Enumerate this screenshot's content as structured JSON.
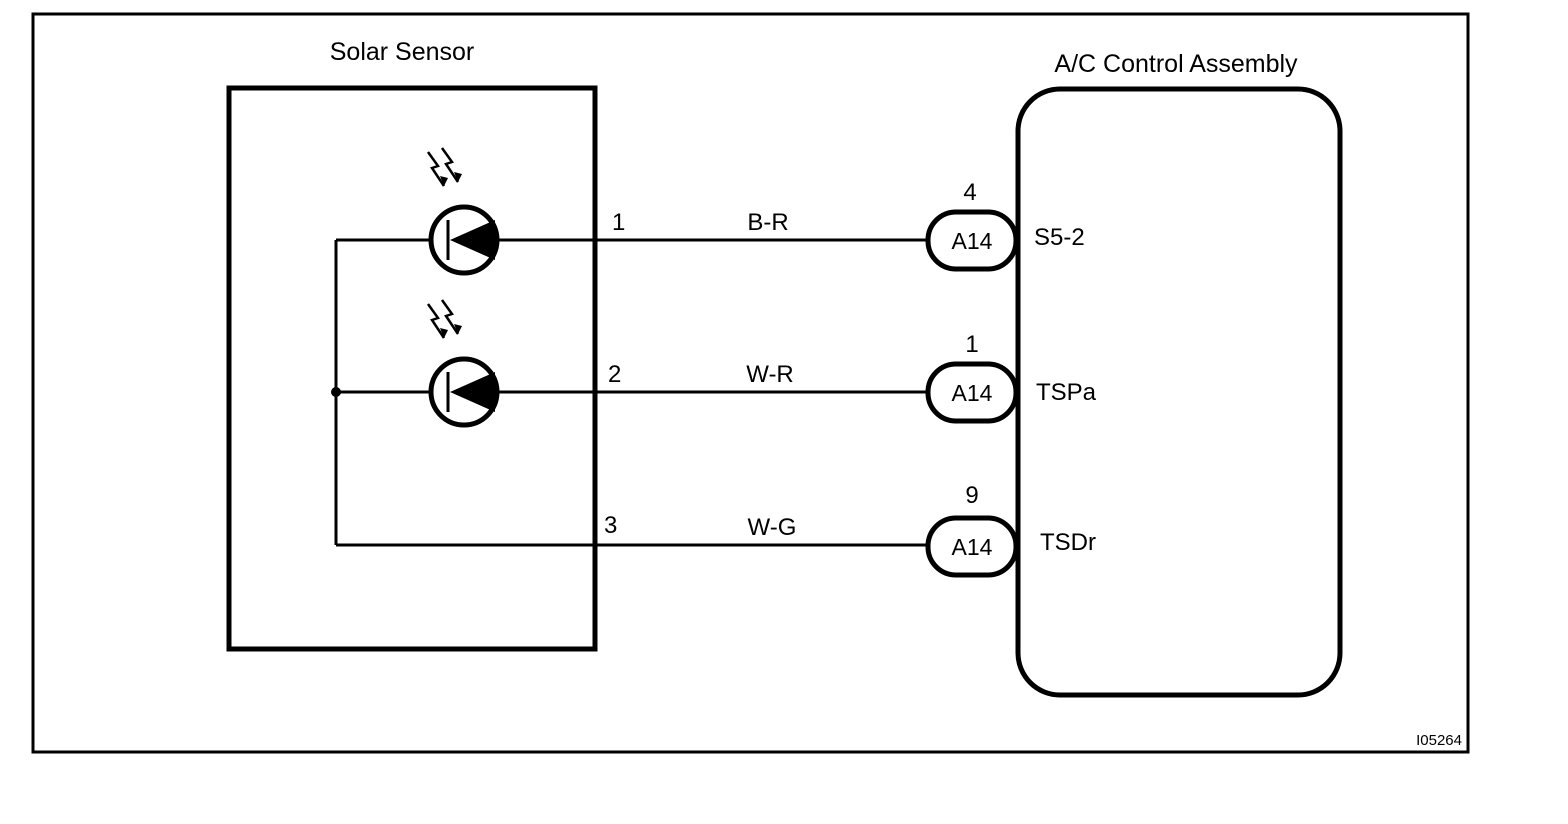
{
  "diagram": {
    "solar_sensor_label": "Solar Sensor",
    "ac_control_label": "A/C Control Assembly",
    "figure_code": "I05264",
    "wires": [
      {
        "sensor_pin": "1",
        "color_code": "B-R",
        "connector": "A14",
        "ecu_pin": "4",
        "terminal": "S5-2"
      },
      {
        "sensor_pin": "2",
        "color_code": "W-R",
        "connector": "A14",
        "ecu_pin": "1",
        "terminal": "TSPa"
      },
      {
        "sensor_pin": "3",
        "color_code": "W-G",
        "connector": "A14",
        "ecu_pin": "9",
        "terminal": "TSDr"
      }
    ]
  }
}
